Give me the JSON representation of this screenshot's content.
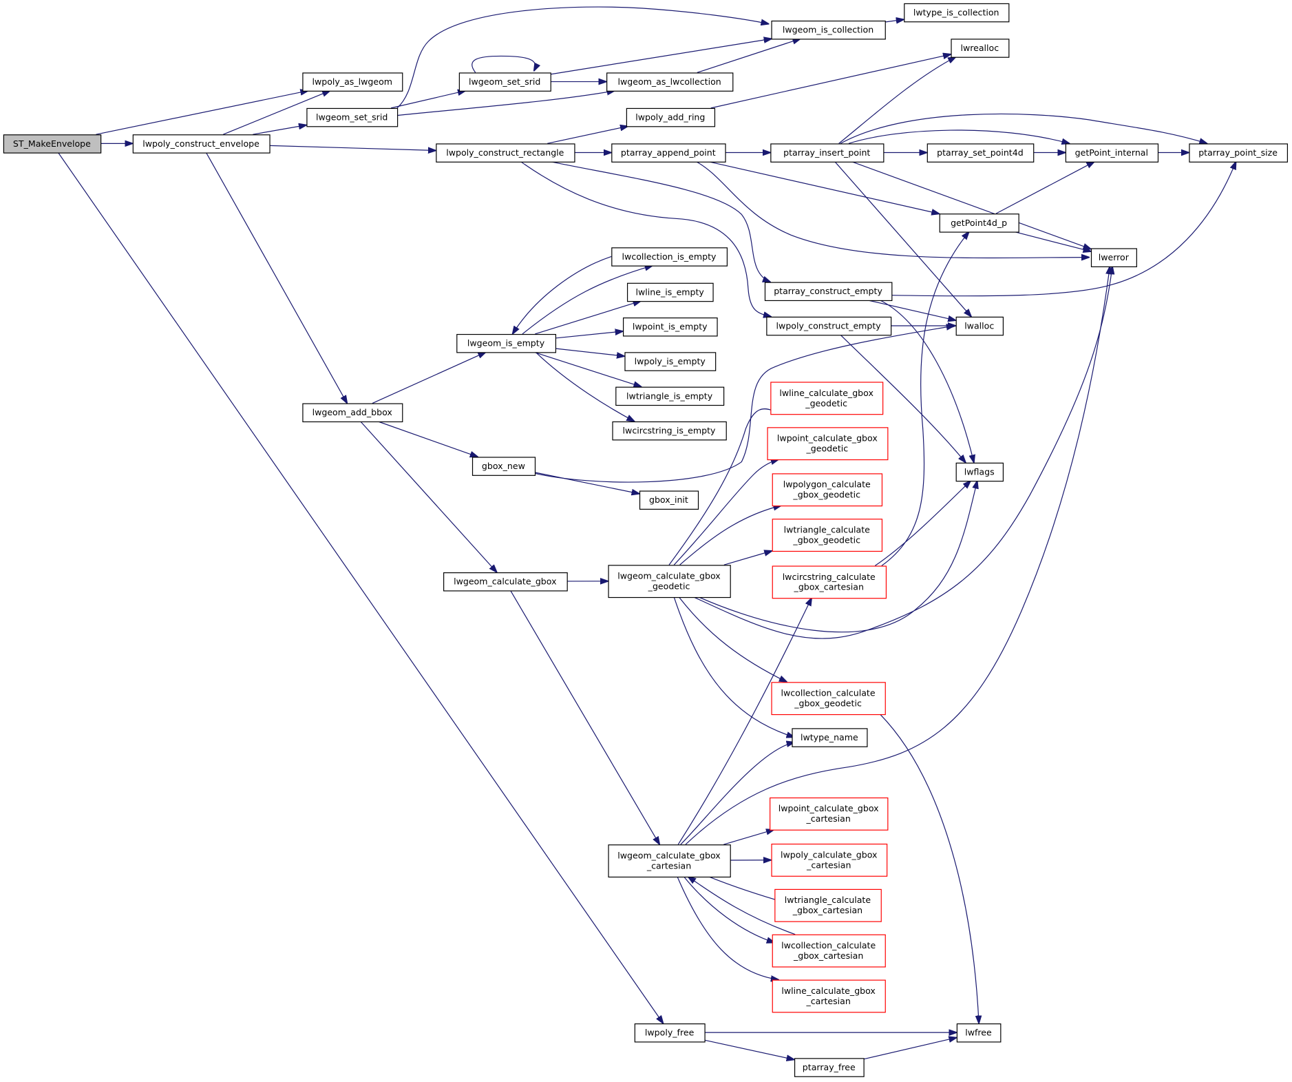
{
  "graph_title": "ST_MakeEnvelope call graph",
  "colors": {
    "edge": "#191970",
    "root_fill": "#bfbfbf",
    "node_border": "#000000",
    "truncated_border": "#ff0000"
  },
  "nodes": [
    {
      "id": "ST_MakeEnvelope",
      "lines": [
        "ST_MakeEnvelope"
      ],
      "kind": "root"
    },
    {
      "id": "lwpoly_construct_envelope",
      "lines": [
        "lwpoly_construct_envelope"
      ],
      "kind": "normal"
    },
    {
      "id": "lwpoly_as_lwgeom",
      "lines": [
        "lwpoly_as_lwgeom"
      ],
      "kind": "normal"
    },
    {
      "id": "lwgeom_set_srid",
      "lines": [
        "lwgeom_set_srid"
      ],
      "kind": "normal"
    },
    {
      "id": "lwgeom_set_srid2",
      "lines": [
        "lwgeom_set_srid"
      ],
      "kind": "normal"
    },
    {
      "id": "lwgeom_is_collection",
      "lines": [
        "lwgeom_is_collection"
      ],
      "kind": "normal"
    },
    {
      "id": "lwtype_is_collection",
      "lines": [
        "lwtype_is_collection"
      ],
      "kind": "normal"
    },
    {
      "id": "lwgeom_as_lwcollection",
      "lines": [
        "lwgeom_as_lwcollection"
      ],
      "kind": "normal"
    },
    {
      "id": "lwrealloc",
      "lines": [
        "lwrealloc"
      ],
      "kind": "normal"
    },
    {
      "id": "lwpoly_add_ring",
      "lines": [
        "lwpoly_add_ring"
      ],
      "kind": "normal"
    },
    {
      "id": "lwpoly_construct_rectangle",
      "lines": [
        "lwpoly_construct_rectangle"
      ],
      "kind": "normal"
    },
    {
      "id": "ptarray_append_point",
      "lines": [
        "ptarray_append_point"
      ],
      "kind": "normal"
    },
    {
      "id": "ptarray_insert_point",
      "lines": [
        "ptarray_insert_point"
      ],
      "kind": "normal"
    },
    {
      "id": "ptarray_set_point4d",
      "lines": [
        "ptarray_set_point4d"
      ],
      "kind": "normal"
    },
    {
      "id": "getPoint_internal",
      "lines": [
        "getPoint_internal"
      ],
      "kind": "normal"
    },
    {
      "id": "ptarray_point_size",
      "lines": [
        "ptarray_point_size"
      ],
      "kind": "normal"
    },
    {
      "id": "getPoint4d_p",
      "lines": [
        "getPoint4d_p"
      ],
      "kind": "normal"
    },
    {
      "id": "lwerror",
      "lines": [
        "lwerror"
      ],
      "kind": "normal"
    },
    {
      "id": "lwcollection_is_empty",
      "lines": [
        "lwcollection_is_empty"
      ],
      "kind": "normal"
    },
    {
      "id": "lwline_is_empty",
      "lines": [
        "lwline_is_empty"
      ],
      "kind": "normal"
    },
    {
      "id": "lwpoint_is_empty",
      "lines": [
        "lwpoint_is_empty"
      ],
      "kind": "normal"
    },
    {
      "id": "lwgeom_is_empty",
      "lines": [
        "lwgeom_is_empty"
      ],
      "kind": "normal"
    },
    {
      "id": "lwpoly_is_empty",
      "lines": [
        "lwpoly_is_empty"
      ],
      "kind": "normal"
    },
    {
      "id": "lwtriangle_is_empty",
      "lines": [
        "lwtriangle_is_empty"
      ],
      "kind": "normal"
    },
    {
      "id": "lwcircstring_is_empty",
      "lines": [
        "lwcircstring_is_empty"
      ],
      "kind": "normal"
    },
    {
      "id": "ptarray_construct_empty",
      "lines": [
        "ptarray_construct_empty"
      ],
      "kind": "normal"
    },
    {
      "id": "lwpoly_construct_empty",
      "lines": [
        "lwpoly_construct_empty"
      ],
      "kind": "normal"
    },
    {
      "id": "lwalloc",
      "lines": [
        "lwalloc"
      ],
      "kind": "normal"
    },
    {
      "id": "lwgeom_add_bbox",
      "lines": [
        "lwgeom_add_bbox"
      ],
      "kind": "normal"
    },
    {
      "id": "gbox_new",
      "lines": [
        "gbox_new"
      ],
      "kind": "normal"
    },
    {
      "id": "gbox_init",
      "lines": [
        "gbox_init"
      ],
      "kind": "normal"
    },
    {
      "id": "lwflags",
      "lines": [
        "lwflags"
      ],
      "kind": "normal"
    },
    {
      "id": "lwline_calculate_gbox_geodetic",
      "lines": [
        "lwline_calculate_gbox",
        "_geodetic"
      ],
      "kind": "truncated"
    },
    {
      "id": "lwpoint_calculate_gbox_geodetic",
      "lines": [
        "lwpoint_calculate_gbox",
        "_geodetic"
      ],
      "kind": "truncated"
    },
    {
      "id": "lwpolygon_calculate_gbox_geodetic",
      "lines": [
        "lwpolygon_calculate",
        "_gbox_geodetic"
      ],
      "kind": "truncated"
    },
    {
      "id": "lwtriangle_calculate_gbox_geodetic",
      "lines": [
        "lwtriangle_calculate",
        "_gbox_geodetic"
      ],
      "kind": "truncated"
    },
    {
      "id": "lwcircstring_calculate_gbox_cartesian",
      "lines": [
        "lwcircstring_calculate",
        "_gbox_cartesian"
      ],
      "kind": "truncated"
    },
    {
      "id": "lwgeom_calculate_gbox",
      "lines": [
        "lwgeom_calculate_gbox"
      ],
      "kind": "normal"
    },
    {
      "id": "lwgeom_calculate_gbox_geodetic",
      "lines": [
        "lwgeom_calculate_gbox",
        "_geodetic"
      ],
      "kind": "normal"
    },
    {
      "id": "lwcollection_calculate_gbox_geodetic",
      "lines": [
        "lwcollection_calculate",
        "_gbox_geodetic"
      ],
      "kind": "truncated"
    },
    {
      "id": "lwtype_name",
      "lines": [
        "lwtype_name"
      ],
      "kind": "normal"
    },
    {
      "id": "lwpoint_calculate_gbox_cartesian",
      "lines": [
        "lwpoint_calculate_gbox",
        "_cartesian"
      ],
      "kind": "truncated"
    },
    {
      "id": "lwgeom_calculate_gbox_cartesian",
      "lines": [
        "lwgeom_calculate_gbox",
        "_cartesian"
      ],
      "kind": "normal"
    },
    {
      "id": "lwpoly_calculate_gbox_cartesian",
      "lines": [
        "lwpoly_calculate_gbox",
        "_cartesian"
      ],
      "kind": "truncated"
    },
    {
      "id": "lwtriangle_calculate_gbox_cartesian",
      "lines": [
        "lwtriangle_calculate",
        "_gbox_cartesian"
      ],
      "kind": "truncated"
    },
    {
      "id": "lwcollection_calculate_gbox_cartesian",
      "lines": [
        "lwcollection_calculate",
        "_gbox_cartesian"
      ],
      "kind": "truncated"
    },
    {
      "id": "lwline_calculate_gbox_cartesian",
      "lines": [
        "lwline_calculate_gbox",
        "_cartesian"
      ],
      "kind": "truncated"
    },
    {
      "id": "lwpoly_free",
      "lines": [
        "lwpoly_free"
      ],
      "kind": "normal"
    },
    {
      "id": "lwfree",
      "lines": [
        "lwfree"
      ],
      "kind": "normal"
    },
    {
      "id": "ptarray_free",
      "lines": [
        "ptarray_free"
      ],
      "kind": "normal"
    }
  ],
  "edges": [
    [
      "ST_MakeEnvelope",
      "lwpoly_as_lwgeom"
    ],
    [
      "ST_MakeEnvelope",
      "lwpoly_construct_envelope"
    ],
    [
      "ST_MakeEnvelope",
      "lwpoly_free"
    ],
    [
      "lwpoly_construct_envelope",
      "lwpoly_as_lwgeom"
    ],
    [
      "lwpoly_construct_envelope",
      "lwgeom_set_srid"
    ],
    [
      "lwpoly_construct_envelope",
      "lwpoly_construct_rectangle"
    ],
    [
      "lwpoly_construct_envelope",
      "lwgeom_add_bbox"
    ],
    [
      "lwgeom_set_srid",
      "lwgeom_is_collection"
    ],
    [
      "lwgeom_set_srid",
      "lwgeom_set_srid2"
    ],
    [
      "lwgeom_set_srid",
      "lwgeom_as_lwcollection"
    ],
    [
      "lwgeom_set_srid2",
      "lwgeom_set_srid2"
    ],
    [
      "lwgeom_set_srid2",
      "lwgeom_is_collection"
    ],
    [
      "lwgeom_set_srid2",
      "lwgeom_as_lwcollection"
    ],
    [
      "lwgeom_as_lwcollection",
      "lwgeom_is_collection"
    ],
    [
      "lwgeom_is_collection",
      "lwtype_is_collection"
    ],
    [
      "lwpoly_construct_rectangle",
      "lwpoly_add_ring"
    ],
    [
      "lwpoly_construct_rectangle",
      "ptarray_append_point"
    ],
    [
      "lwpoly_construct_rectangle",
      "ptarray_construct_empty"
    ],
    [
      "lwpoly_construct_rectangle",
      "lwpoly_construct_empty"
    ],
    [
      "lwpoly_add_ring",
      "lwrealloc"
    ],
    [
      "ptarray_append_point",
      "ptarray_insert_point"
    ],
    [
      "ptarray_append_point",
      "getPoint4d_p"
    ],
    [
      "ptarray_append_point",
      "lwerror"
    ],
    [
      "ptarray_insert_point",
      "lwrealloc"
    ],
    [
      "ptarray_insert_point",
      "ptarray_set_point4d"
    ],
    [
      "ptarray_insert_point",
      "getPoint_internal"
    ],
    [
      "ptarray_insert_point",
      "ptarray_point_size"
    ],
    [
      "ptarray_insert_point",
      "lwerror"
    ],
    [
      "ptarray_insert_point",
      "lwalloc"
    ],
    [
      "ptarray_set_point4d",
      "getPoint_internal"
    ],
    [
      "getPoint_internal",
      "ptarray_point_size"
    ],
    [
      "getPoint4d_p",
      "getPoint_internal"
    ],
    [
      "getPoint4d_p",
      "lwerror"
    ],
    [
      "ptarray_construct_empty",
      "ptarray_point_size"
    ],
    [
      "ptarray_construct_empty",
      "lwalloc"
    ],
    [
      "ptarray_construct_empty",
      "lwflags"
    ],
    [
      "lwpoly_construct_empty",
      "lwalloc"
    ],
    [
      "lwpoly_construct_empty",
      "lwflags"
    ],
    [
      "lwgeom_add_bbox",
      "lwgeom_is_empty"
    ],
    [
      "lwgeom_add_bbox",
      "gbox_new"
    ],
    [
      "lwgeom_add_bbox",
      "lwgeom_calculate_gbox"
    ],
    [
      "lwgeom_is_empty",
      "lwcollection_is_empty"
    ],
    [
      "lwgeom_is_empty",
      "lwline_is_empty"
    ],
    [
      "lwgeom_is_empty",
      "lwpoint_is_empty"
    ],
    [
      "lwgeom_is_empty",
      "lwpoly_is_empty"
    ],
    [
      "lwgeom_is_empty",
      "lwtriangle_is_empty"
    ],
    [
      "lwgeom_is_empty",
      "lwcircstring_is_empty"
    ],
    [
      "lwcollection_is_empty",
      "lwgeom_is_empty"
    ],
    [
      "gbox_new",
      "lwalloc"
    ],
    [
      "gbox_new",
      "gbox_init"
    ],
    [
      "lwgeom_calculate_gbox",
      "lwgeom_calculate_gbox_geodetic"
    ],
    [
      "lwgeom_calculate_gbox",
      "lwgeom_calculate_gbox_cartesian"
    ],
    [
      "lwgeom_calculate_gbox_geodetic",
      "lwline_calculate_gbox_geodetic"
    ],
    [
      "lwgeom_calculate_gbox_geodetic",
      "lwpoint_calculate_gbox_geodetic"
    ],
    [
      "lwgeom_calculate_gbox_geodetic",
      "lwpolygon_calculate_gbox_geodetic"
    ],
    [
      "lwgeom_calculate_gbox_geodetic",
      "lwtriangle_calculate_gbox_geodetic"
    ],
    [
      "lwgeom_calculate_gbox_geodetic",
      "lwflags"
    ],
    [
      "lwgeom_calculate_gbox_geodetic",
      "lwerror"
    ],
    [
      "lwgeom_calculate_gbox_geodetic",
      "lwcollection_calculate_gbox_geodetic"
    ],
    [
      "lwgeom_calculate_gbox_geodetic",
      "lwtype_name"
    ],
    [
      "lwcircstring_calculate_gbox_cartesian",
      "getPoint4d_p"
    ],
    [
      "lwcircstring_calculate_gbox_cartesian",
      "lwflags"
    ],
    [
      "lwcollection_calculate_gbox_geodetic",
      "lwfree"
    ],
    [
      "lwgeom_calculate_gbox_cartesian",
      "lwcircstring_calculate_gbox_cartesian"
    ],
    [
      "lwgeom_calculate_gbox_cartesian",
      "lwtype_name"
    ],
    [
      "lwgeom_calculate_gbox_cartesian",
      "lwerror"
    ],
    [
      "lwgeom_calculate_gbox_cartesian",
      "lwpoint_calculate_gbox_cartesian"
    ],
    [
      "lwgeom_calculate_gbox_cartesian",
      "lwpoly_calculate_gbox_cartesian"
    ],
    [
      "lwgeom_calculate_gbox_cartesian",
      "lwtriangle_calculate_gbox_cartesian"
    ],
    [
      "lwgeom_calculate_gbox_cartesian",
      "lwcollection_calculate_gbox_cartesian"
    ],
    [
      "lwgeom_calculate_gbox_cartesian",
      "lwline_calculate_gbox_cartesian"
    ],
    [
      "lwcollection_calculate_gbox_cartesian",
      "lwgeom_calculate_gbox_cartesian"
    ],
    [
      "lwpoly_free",
      "lwfree"
    ],
    [
      "lwpoly_free",
      "ptarray_free"
    ],
    [
      "ptarray_free",
      "lwfree"
    ]
  ]
}
